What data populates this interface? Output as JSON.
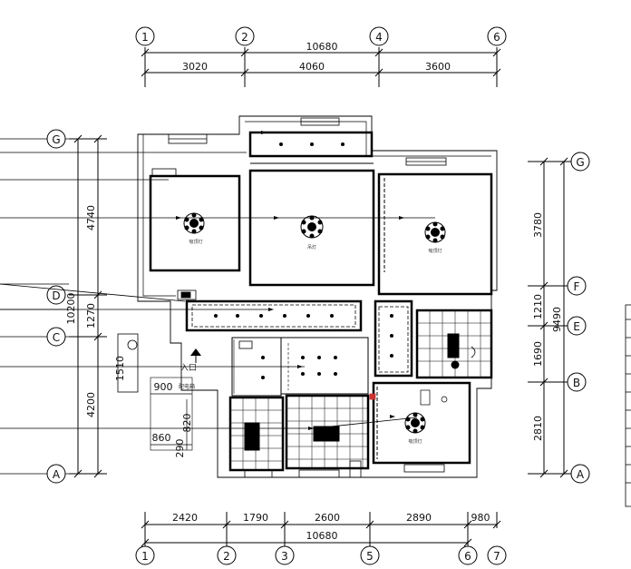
{
  "axes_top": [
    "1",
    "2",
    "4",
    "6"
  ],
  "dims_top": {
    "total": "10680",
    "segments": [
      "3020",
      "4060",
      "3600"
    ]
  },
  "axes_bottom": [
    "1",
    "2",
    "3",
    "5",
    "6",
    "7"
  ],
  "dims_bottom": {
    "total": "10680",
    "segments": [
      "2420",
      "1790",
      "2600",
      "2890",
      "980"
    ]
  },
  "axes_left": [
    "G",
    "D",
    "C",
    "A"
  ],
  "dims_left": {
    "total": "10200",
    "segments": [
      "4740",
      "1270",
      "4200"
    ]
  },
  "axes_right": [
    "G",
    "F",
    "E",
    "B",
    "A"
  ],
  "dims_right": {
    "total": "9490",
    "segments": [
      "3780",
      "1210",
      "1690",
      "2810"
    ]
  },
  "small_dims": [
    "1510",
    "900",
    "860",
    "820",
    "290"
  ],
  "room_labels": [
    "吸顶灯",
    "吊灯",
    "吸顶灯",
    "吸顶灯"
  ],
  "misc_labels": [
    "入口",
    "配电箱"
  ]
}
